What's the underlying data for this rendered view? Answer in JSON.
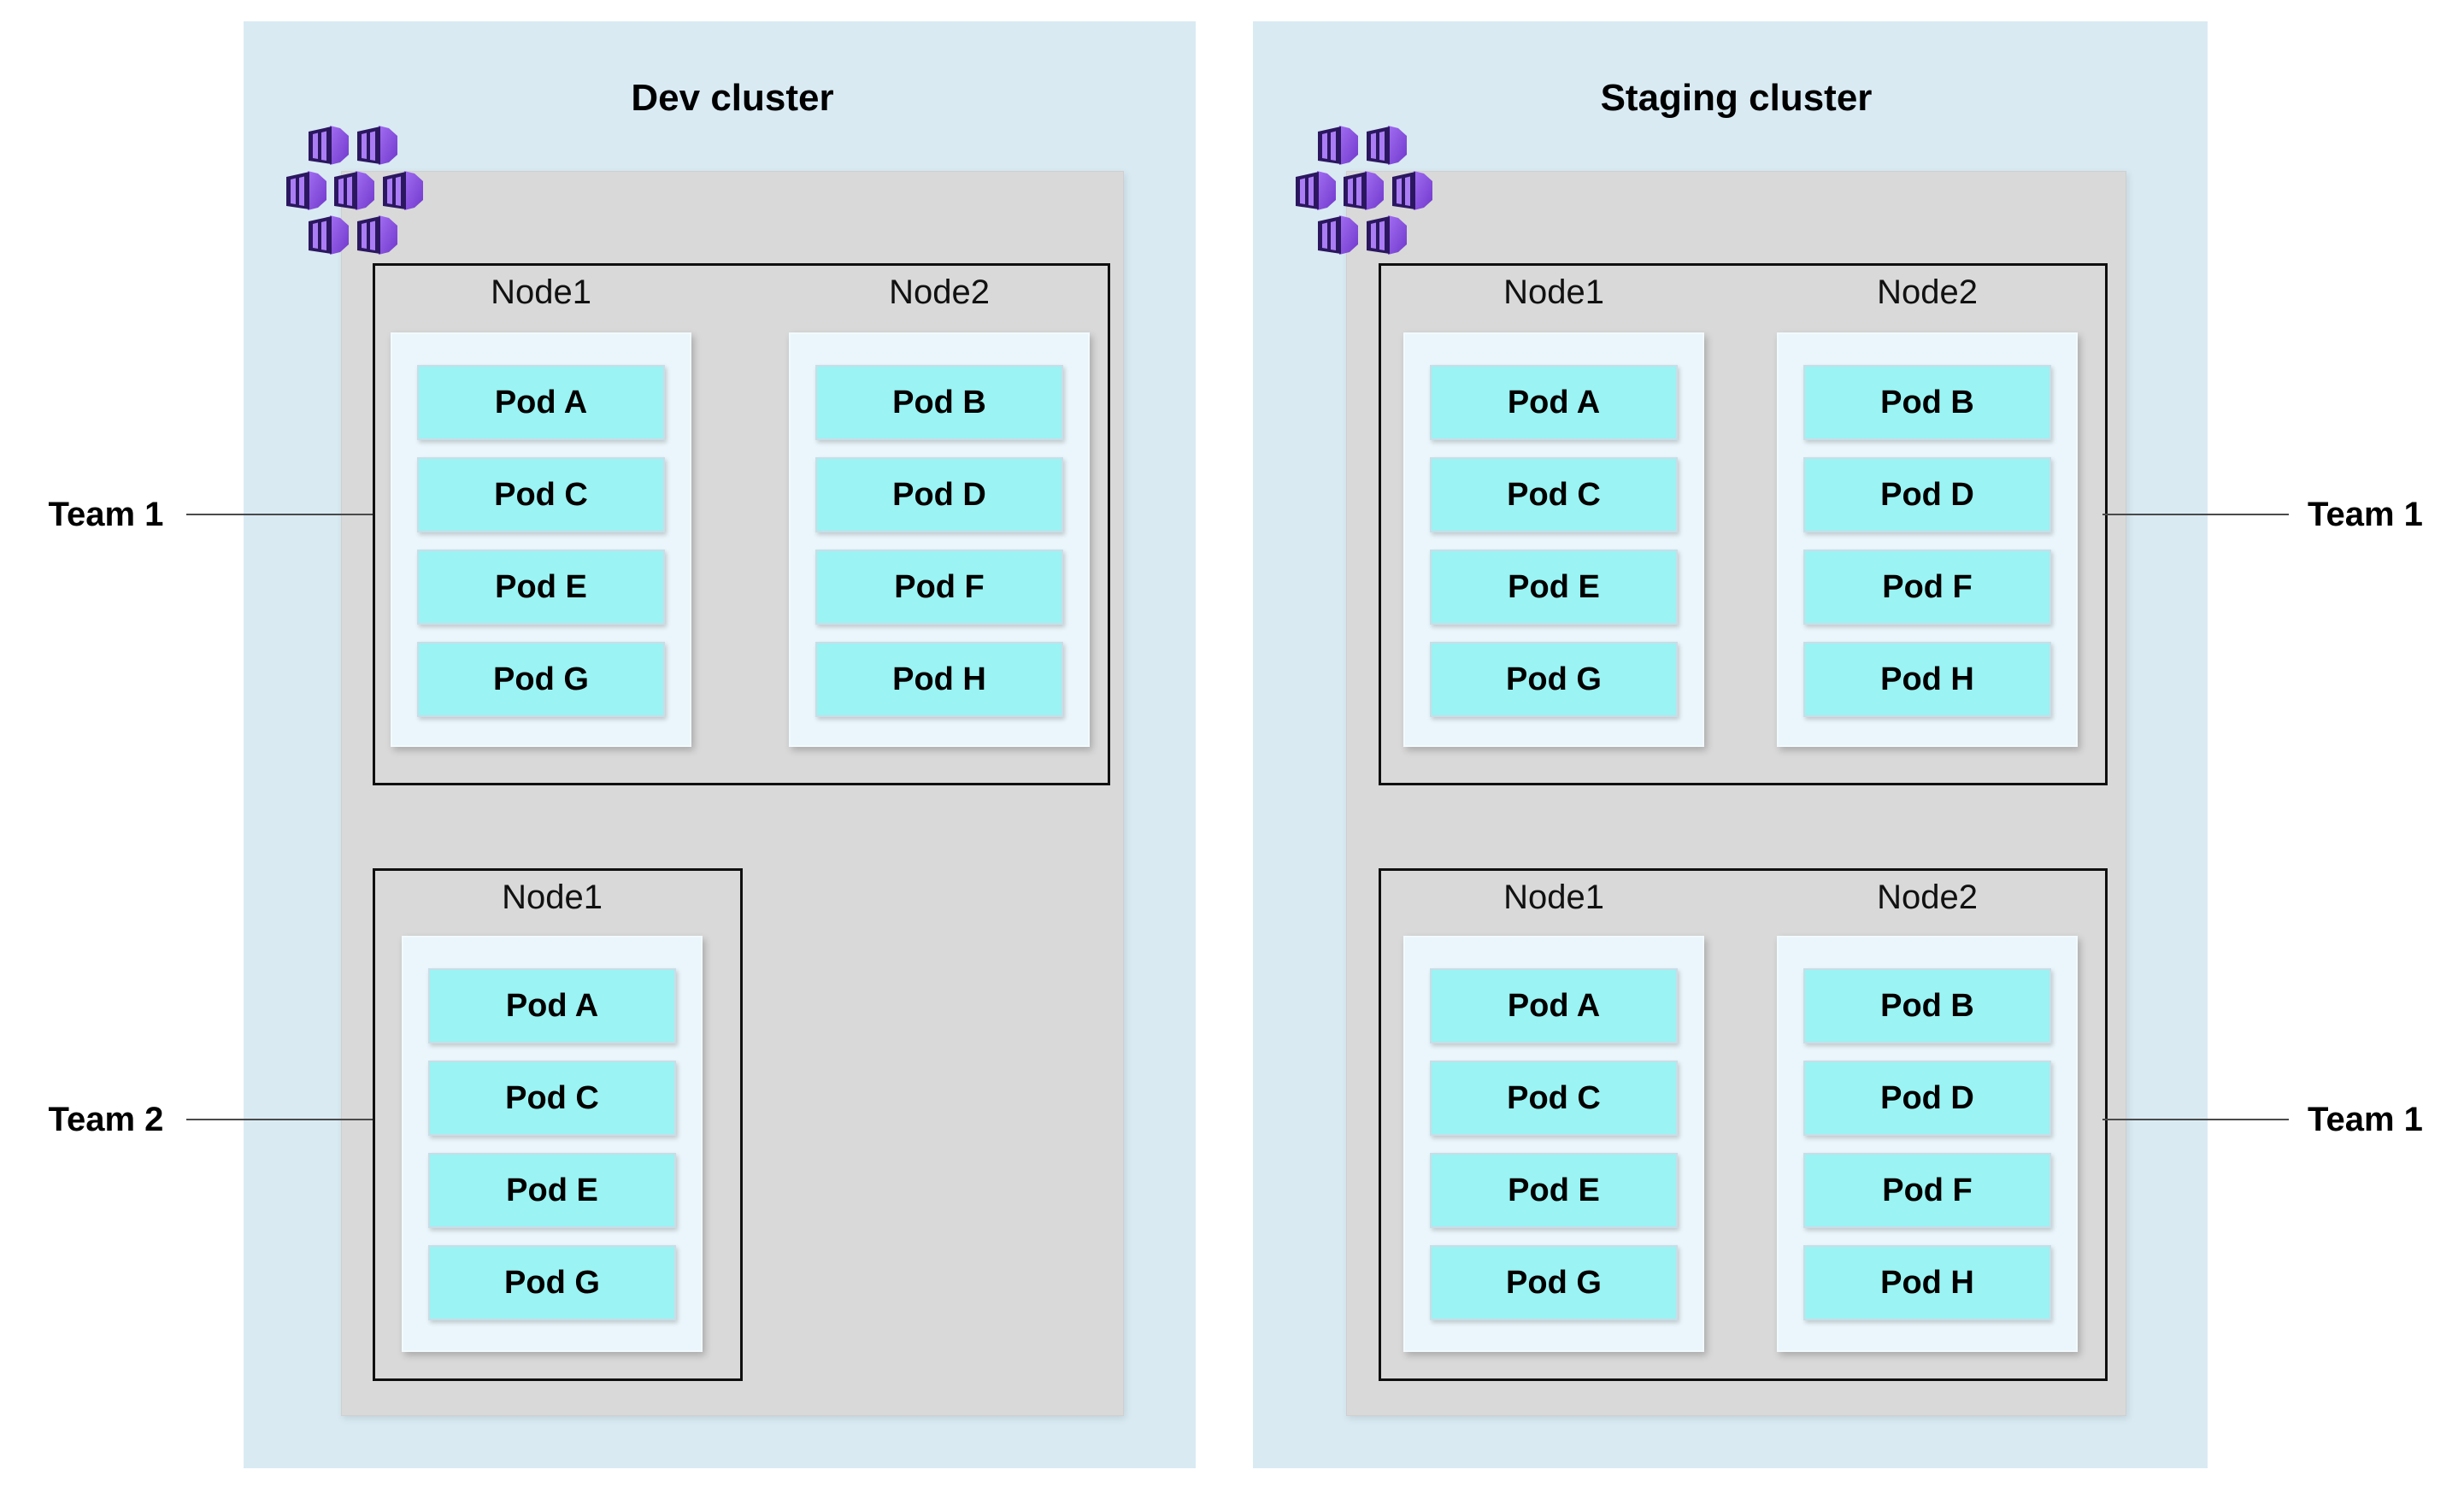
{
  "clusters": [
    {
      "title": "Dev cluster",
      "icon": "containers-cluster-icon",
      "groups": [
        {
          "team": {
            "label": "Team 1",
            "side": "left"
          },
          "nodes": [
            {
              "name": "Node1",
              "pods": [
                "Pod A",
                "Pod C",
                "Pod E",
                "Pod G"
              ]
            },
            {
              "name": "Node2",
              "pods": [
                "Pod B",
                "Pod D",
                "Pod F",
                "Pod H"
              ]
            }
          ]
        },
        {
          "team": {
            "label": "Team 2",
            "side": "left"
          },
          "nodes": [
            {
              "name": "Node1",
              "pods": [
                "Pod A",
                "Pod C",
                "Pod E",
                "Pod G"
              ]
            }
          ]
        }
      ]
    },
    {
      "title": "Staging cluster",
      "icon": "containers-cluster-icon",
      "groups": [
        {
          "team": {
            "label": "Team 1",
            "side": "right"
          },
          "nodes": [
            {
              "name": "Node1",
              "pods": [
                "Pod A",
                "Pod C",
                "Pod E",
                "Pod G"
              ]
            },
            {
              "name": "Node2",
              "pods": [
                "Pod B",
                "Pod D",
                "Pod F",
                "Pod H"
              ]
            }
          ]
        },
        {
          "team": {
            "label": "Team 1",
            "side": "right"
          },
          "nodes": [
            {
              "name": "Node1",
              "pods": [
                "Pod A",
                "Pod C",
                "Pod E",
                "Pod G"
              ]
            },
            {
              "name": "Node2",
              "pods": [
                "Pod B",
                "Pod D",
                "Pod F",
                "Pod H"
              ]
            }
          ]
        }
      ]
    }
  ],
  "colors": {
    "cluster_bg": "#d9eaf3",
    "cluster_body_bg": "#d9d9d9",
    "node_border": "#0f0f0f",
    "node_panel_bg": "#eaf6fb",
    "pod_bg": "#9bf3f3",
    "connector_line": "#4a4a4a",
    "icon_body_purple": "#8a4fe6",
    "icon_frame_dark": "#2b175f",
    "icon_door_light": "#ab7df5",
    "text": "#000000"
  }
}
